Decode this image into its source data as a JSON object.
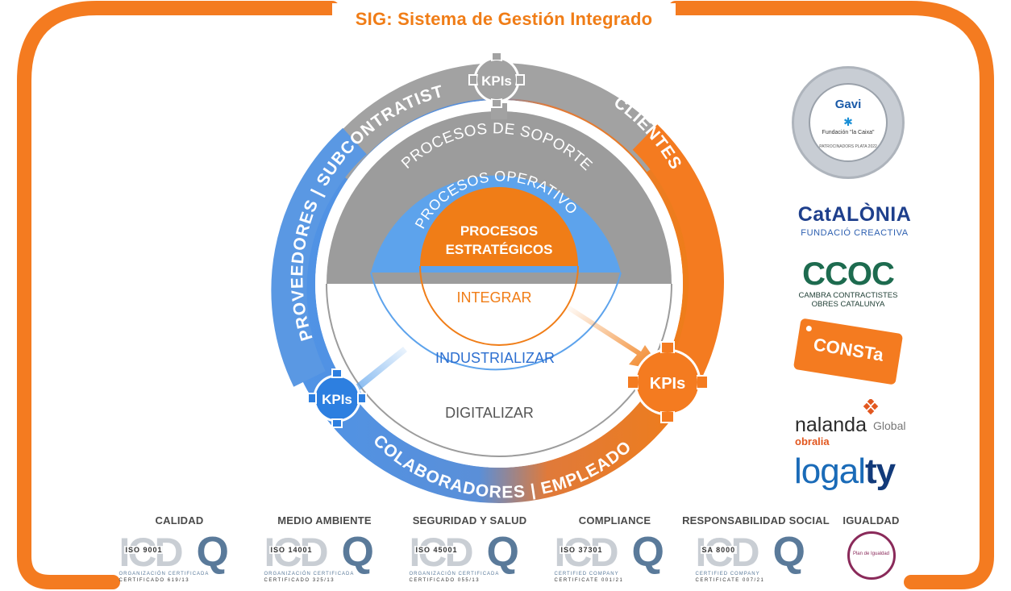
{
  "title": "SIG: Sistema de Gestión Integrado",
  "ring": {
    "left_label": "PROVEEDORES | SUBCONTRATISTAS",
    "right_label": "CLIENTES",
    "bottom_label": "COLABORADORES | EMPLEADOS"
  },
  "kpi_label": "KPIs",
  "processes": {
    "support": "PROCESOS DE SOPORTE",
    "operative": "PROCESOS OPERATIVOS",
    "strategic_line1": "PROCESOS",
    "strategic_line2": "ESTRATÉGICOS"
  },
  "actions": {
    "integrar": "INTEGRAR",
    "industrializar": "INDUSTRIALIZAR",
    "digitalizar": "DIGITALIZAR"
  },
  "logos": {
    "gavi": "Gavi",
    "fundacion": "Fundación \"la Caixa\"",
    "badge_ring": "PATROCINADORS PLATA 2022",
    "catalonia": "CatALÒNIA",
    "catalonia_sub": "FUNDACIÓ CREACTIVA",
    "ccoc": "CCOC",
    "ccoc_sub1": "CAMBRA CONTRACTISTES",
    "ccoc_sub2": "OBRES CATALUNYA",
    "consta": "CONSTa",
    "nalanda": "nalanda",
    "nalanda_global": "Global",
    "nalanda_sub": "obralia",
    "logalty_a": "logal",
    "logalty_b": "ty"
  },
  "certificates": [
    {
      "label": "CALIDAD",
      "code": "ISO 9001",
      "org": "ORGANIZACIÓN CERTIFICADA",
      "num": "CERTIFICADO 619/13"
    },
    {
      "label": "MEDIO AMBIENTE",
      "code": "ISO 14001",
      "org": "ORGANIZACIÓN CERTIFICADA",
      "num": "CERTIFICADO 325/13"
    },
    {
      "label": "SEGURIDAD Y SALUD",
      "code": "ISO 45001",
      "org": "ORGANIZACIÓN CERTIFICADA",
      "num": "CERTIFICADO 055/13"
    },
    {
      "label": "COMPLIANCE",
      "code": "ISO 37301",
      "org": "CERTIFIED COMPANY",
      "num": "CERTIFICATE 001/21"
    },
    {
      "label": "RESPONSABILIDAD SOCIAL",
      "code": "SA 8000",
      "org": "CERTIFIED COMPANY",
      "num": "CERTIFICATE 007/21"
    }
  ],
  "igualdad": {
    "label": "IGUALDAD",
    "text": "Plan de Igualdad"
  },
  "colors": {
    "orange": "#f07d17",
    "blue": "#5da3ec",
    "gray": "#9c9c9c",
    "dark_blue": "#2d6fd0"
  }
}
